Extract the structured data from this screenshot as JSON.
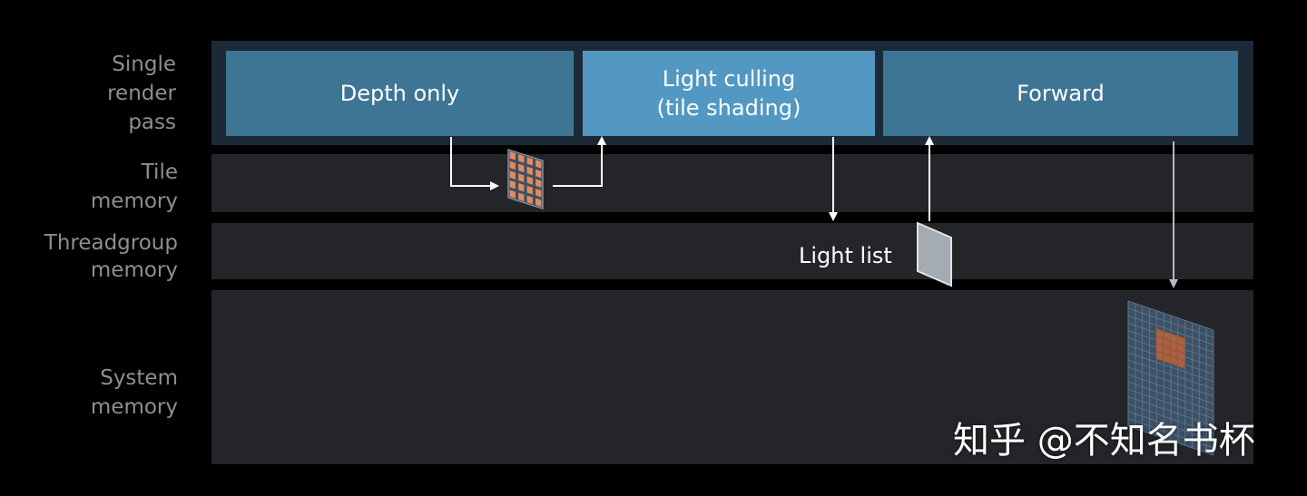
{
  "rows": {
    "single_render_pass": "Single\nrender\npass",
    "tile_memory": "Tile\nmemory",
    "threadgroup_memory": "Threadgroup\nmemory",
    "system_memory": "System\nmemory"
  },
  "passes": {
    "depth_only": "Depth only",
    "light_culling": "Light culling\n(tile shading)",
    "forward": "Forward"
  },
  "annotations": {
    "light_list": "Light list"
  },
  "watermark": "知乎 @不知名书杯",
  "colors": {
    "background": "#000000",
    "lane": "#232528",
    "pass_band": "#1c2a38",
    "pass_dark": "#3e7595",
    "pass_light": "#5298c2",
    "row_label": "#8e8e93",
    "tile_grid": "#e58a5c",
    "framebuffer": "#3c5066",
    "arrow": "#ffffff"
  },
  "icons": [
    "tile-grid-icon",
    "light-list-card-icon",
    "framebuffer-grid-icon"
  ]
}
